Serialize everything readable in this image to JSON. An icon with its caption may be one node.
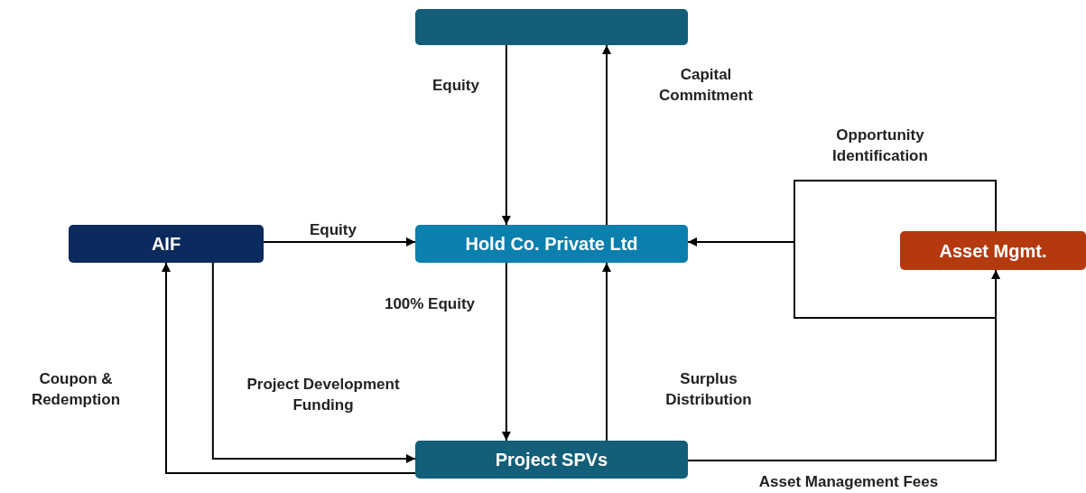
{
  "diagram": {
    "nodes": [
      {
        "text": [],
        "shape": "box"
      },
      {
        "text": [
          "AIF"
        ]
      },
      {
        "text": [
          "Hold Co. Private Ltd"
        ]
      },
      {
        "text": [
          "Asset Mgmt."
        ]
      },
      {
        "text": [
          "Project SPVs"
        ]
      }
    ],
    "edges": [
      {
        "from": 0,
        "to": 2,
        "arrow": "to",
        "label": "Equity"
      },
      {
        "from": 2,
        "to": 0,
        "arrow": "to",
        "label": "Capital Commitment"
      },
      {
        "from": 1,
        "to": 2,
        "arrow": "to",
        "label": "Equity"
      },
      {
        "from": 3,
        "to": 2,
        "arrow": "to",
        "label": "Opportunity Identification"
      },
      {
        "from": 2,
        "to": 4,
        "arrow": "to",
        "label": "100% Equity"
      },
      {
        "from": 4,
        "to": 2,
        "arrow": "to",
        "label": "Surplus Distribution"
      },
      {
        "from": 1,
        "to": 4,
        "arrow": "to",
        "label": "Project Development Funding"
      },
      {
        "from": 4,
        "to": 1,
        "arrow": "to",
        "label": "Coupon & Redemption"
      },
      {
        "from": 4,
        "to": 3,
        "arrow": "to",
        "label": "Asset Management Fees"
      }
    ]
  }
}
